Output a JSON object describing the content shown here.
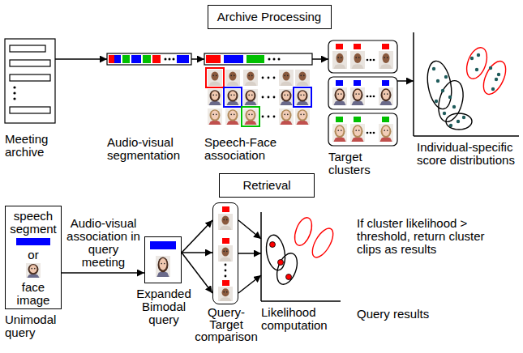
{
  "diagram": {
    "nodes": [
      {
        "text": [
          "Archive Processing"
        ]
      },
      {
        "text": [
          "Meeting archive"
        ]
      },
      {
        "text": [
          "Audio-visual segmentation"
        ]
      },
      {
        "text": [
          "Speech-Face association"
        ]
      },
      {
        "text": [
          "Target clusters"
        ]
      },
      {
        "text": [
          "Individual-specific score distributions"
        ]
      },
      {
        "text": [
          "Retrieval"
        ]
      },
      {
        "text": [
          "speech segment",
          "or",
          "face image",
          "Unimodal query"
        ]
      },
      {
        "text": [
          "Expanded Bimodal query"
        ]
      },
      {
        "text": [
          "Query-Target comparison"
        ]
      },
      {
        "text": [
          "Likelihood computation"
        ]
      }
    ],
    "edges": [
      {
        "from": 1,
        "to": 2,
        "arrow": "to"
      },
      {
        "from": 2,
        "to": 3,
        "arrow": "to"
      },
      {
        "from": 3,
        "to": 4,
        "arrow": "to"
      },
      {
        "from": 4,
        "to": 5,
        "arrow": "to"
      },
      {
        "from": 7,
        "to": 8,
        "arrow": "to",
        "label": "Audio-visual association in query meeting"
      },
      {
        "from": 8,
        "to": 9,
        "arrow": "to"
      },
      {
        "from": 9,
        "to": 10,
        "arrow": "to"
      }
    ],
    "labels": [
      "If cluster likelihood > threshold, return cluster clips as results",
      "Query results"
    ]
  }
}
